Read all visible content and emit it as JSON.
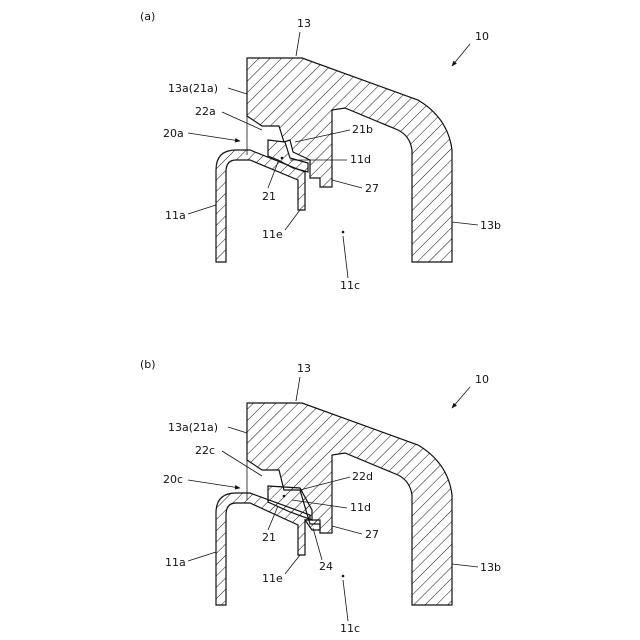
{
  "figures": [
    {
      "key": "a",
      "caption": "(a)",
      "labels": {
        "top": "13",
        "assembly": "10",
        "lip": "13a(21a)",
        "face": "22a",
        "seal": "20a",
        "edge": "21b",
        "gap": "11d",
        "body": "21",
        "step": "27",
        "left": "11a",
        "right": "13b",
        "tip": "11e",
        "space": "11c"
      }
    },
    {
      "key": "b",
      "caption": "(b)",
      "labels": {
        "top": "13",
        "assembly": "10",
        "lip": "13a(21a)",
        "face": "22c",
        "edge": "22d",
        "seal": "20c",
        "gap": "11d",
        "body": "21",
        "step": "27",
        "left": "11a",
        "right": "13b",
        "tip": "11e",
        "extra": "24",
        "space": "11c"
      }
    }
  ]
}
